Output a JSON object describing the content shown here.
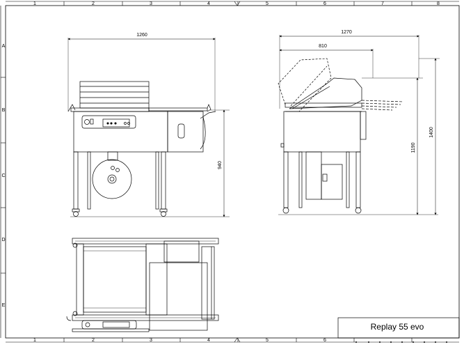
{
  "drawing": {
    "title": "Replay 55 evo",
    "grid": {
      "columns": [
        "1",
        "2",
        "3",
        "4",
        "5",
        "6",
        "7",
        "8"
      ],
      "rows": [
        "A",
        "B",
        "C",
        "D",
        "E"
      ]
    },
    "front_view": {
      "width_dim": "1260",
      "height_dim": "940"
    },
    "side_view": {
      "overall_width_dim": "1270",
      "open_lid_dim": "810",
      "height_open_dim": "1400",
      "height_closed_dim": "1190"
    }
  }
}
